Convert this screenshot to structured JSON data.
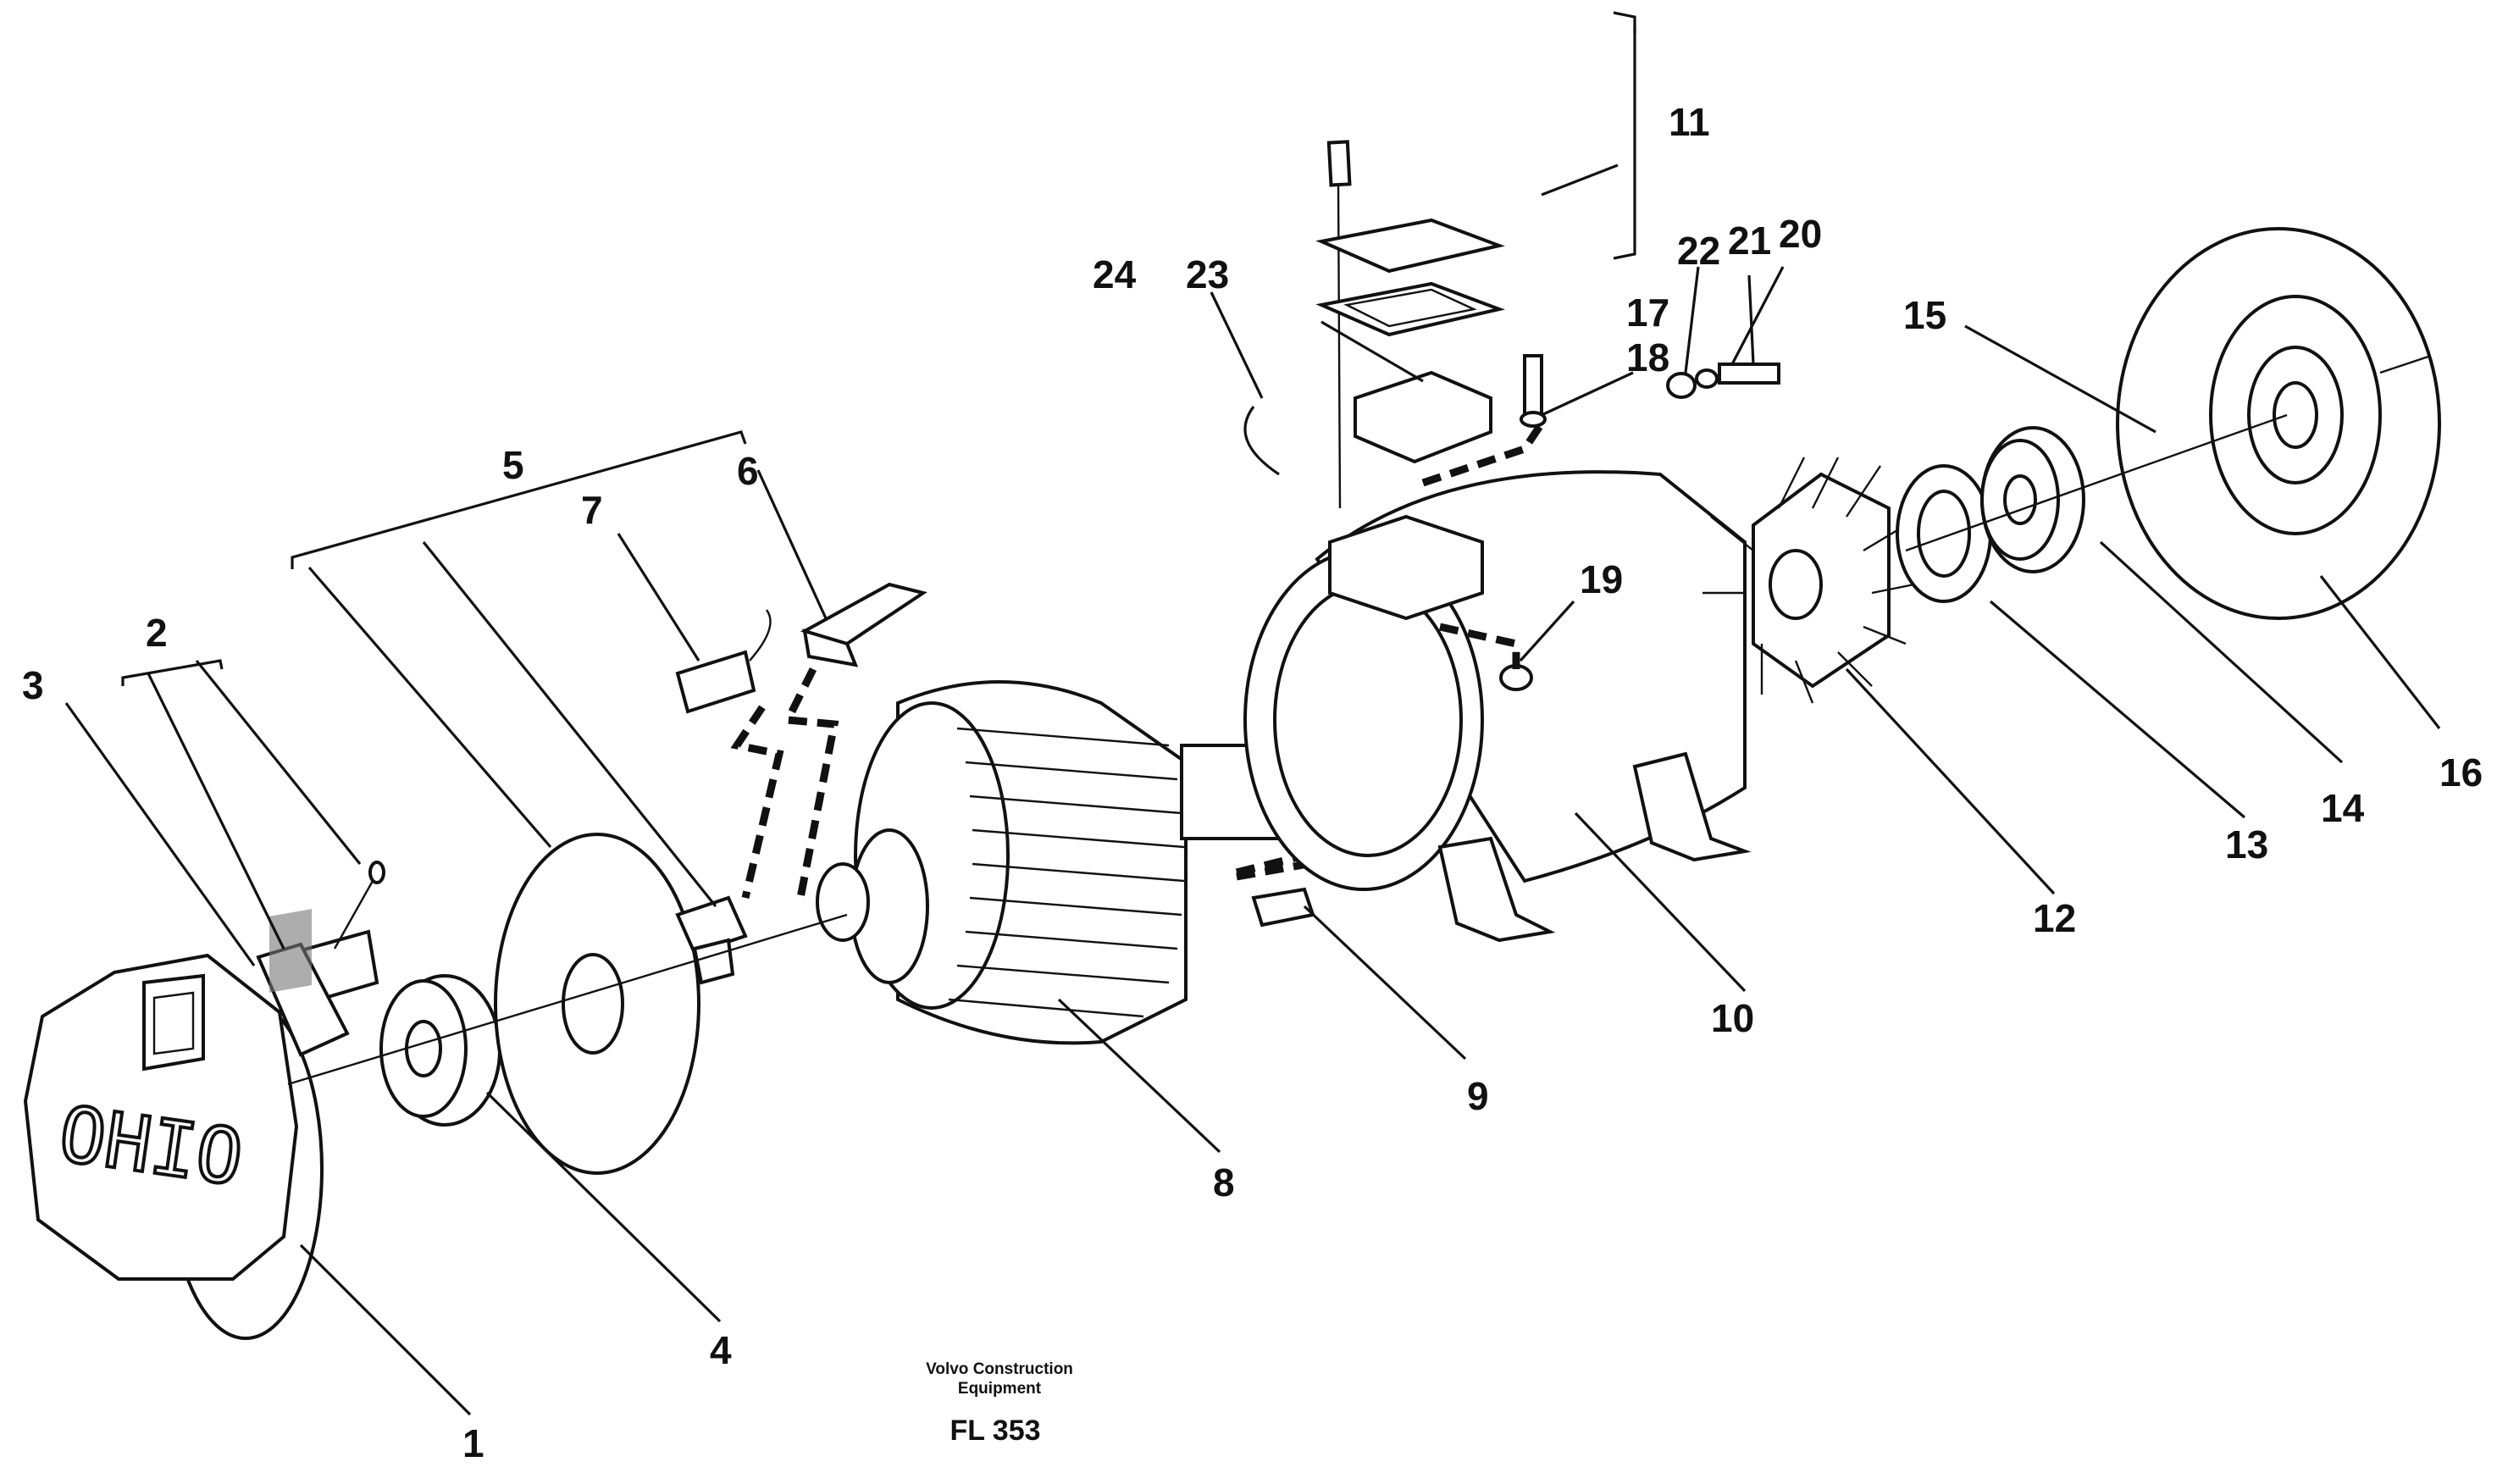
{
  "callouts": [
    "1",
    "2",
    "3",
    "4",
    "5",
    "6",
    "7",
    "8",
    "9",
    "10",
    "11",
    "12",
    "13",
    "14",
    "15",
    "16",
    "17",
    "18",
    "19",
    "20",
    "21",
    "22",
    "23",
    "24"
  ],
  "cap_text": "OHIO",
  "caption": {
    "line1": "Volvo Construction",
    "line2": "Equipment",
    "code": "FL 353"
  }
}
